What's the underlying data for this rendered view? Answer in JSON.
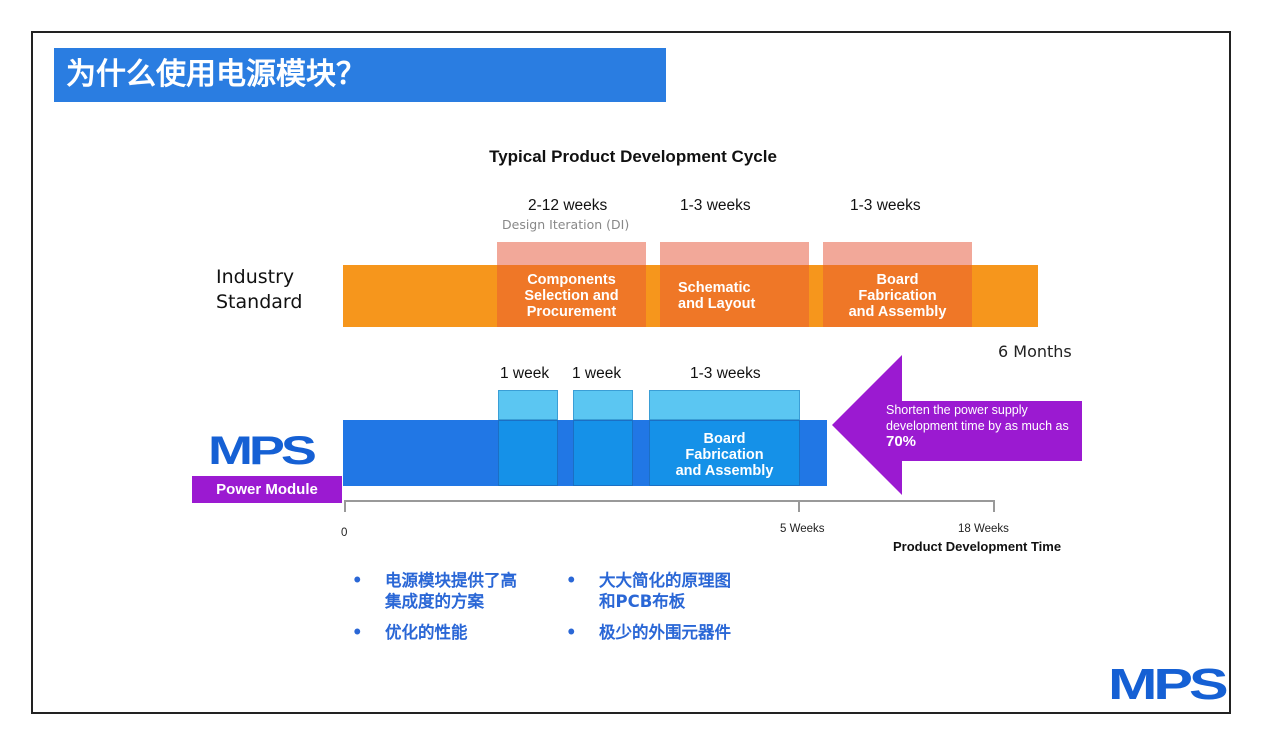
{
  "slide": {
    "title": "为什么使用电源模块？",
    "cycle_title": "Typical Product Development Cycle"
  },
  "top_row": {
    "row_label": "Industry\nStandard",
    "phases": [
      {
        "duration": "2-12 weeks",
        "sublabel": "Design Iteration (DI)",
        "box": "Components\nSelection and\nProcurement"
      },
      {
        "duration": "1-3 weeks",
        "sublabel": "",
        "box": "Schematic\nand Layout"
      },
      {
        "duration": "1-3 weeks",
        "sublabel": "",
        "box": "Board\nFabrication\nand Assembly"
      }
    ],
    "total_label": "6 Months",
    "colors": {
      "bar": "#f6961c",
      "box": "#ef7727",
      "header": "#f2a899"
    }
  },
  "bottom_row": {
    "logo_text": "MPS",
    "module_label": "Power Module",
    "phases": [
      {
        "duration": "1 week",
        "box": ""
      },
      {
        "duration": "1 week",
        "box": ""
      },
      {
        "duration": "1-3 weeks",
        "box": "Board\nFabrication\nand Assembly"
      }
    ],
    "colors": {
      "bar": "#2177e5",
      "box": "#1591e8",
      "header": "#5bc6f2",
      "module": "#9b1ad1"
    }
  },
  "callout": {
    "text_prefix": "Shorten the power supply development time by as much as",
    "highlight": "70%",
    "color": "#9b1ad1"
  },
  "axis": {
    "labels": [
      "0",
      "5 Weeks",
      "18 Weeks"
    ],
    "title": "Product Development Time"
  },
  "bullets": [
    {
      "symbol": "•",
      "text": "电源模块提供了高\n集成度的方案"
    },
    {
      "symbol": "•",
      "text": "大大简化的原理图\n和PCB布板"
    },
    {
      "symbol": "•",
      "text": "优化的性能"
    },
    {
      "symbol": "•",
      "text": "极少的外围元器件"
    }
  ],
  "footer_logo": "MPS"
}
